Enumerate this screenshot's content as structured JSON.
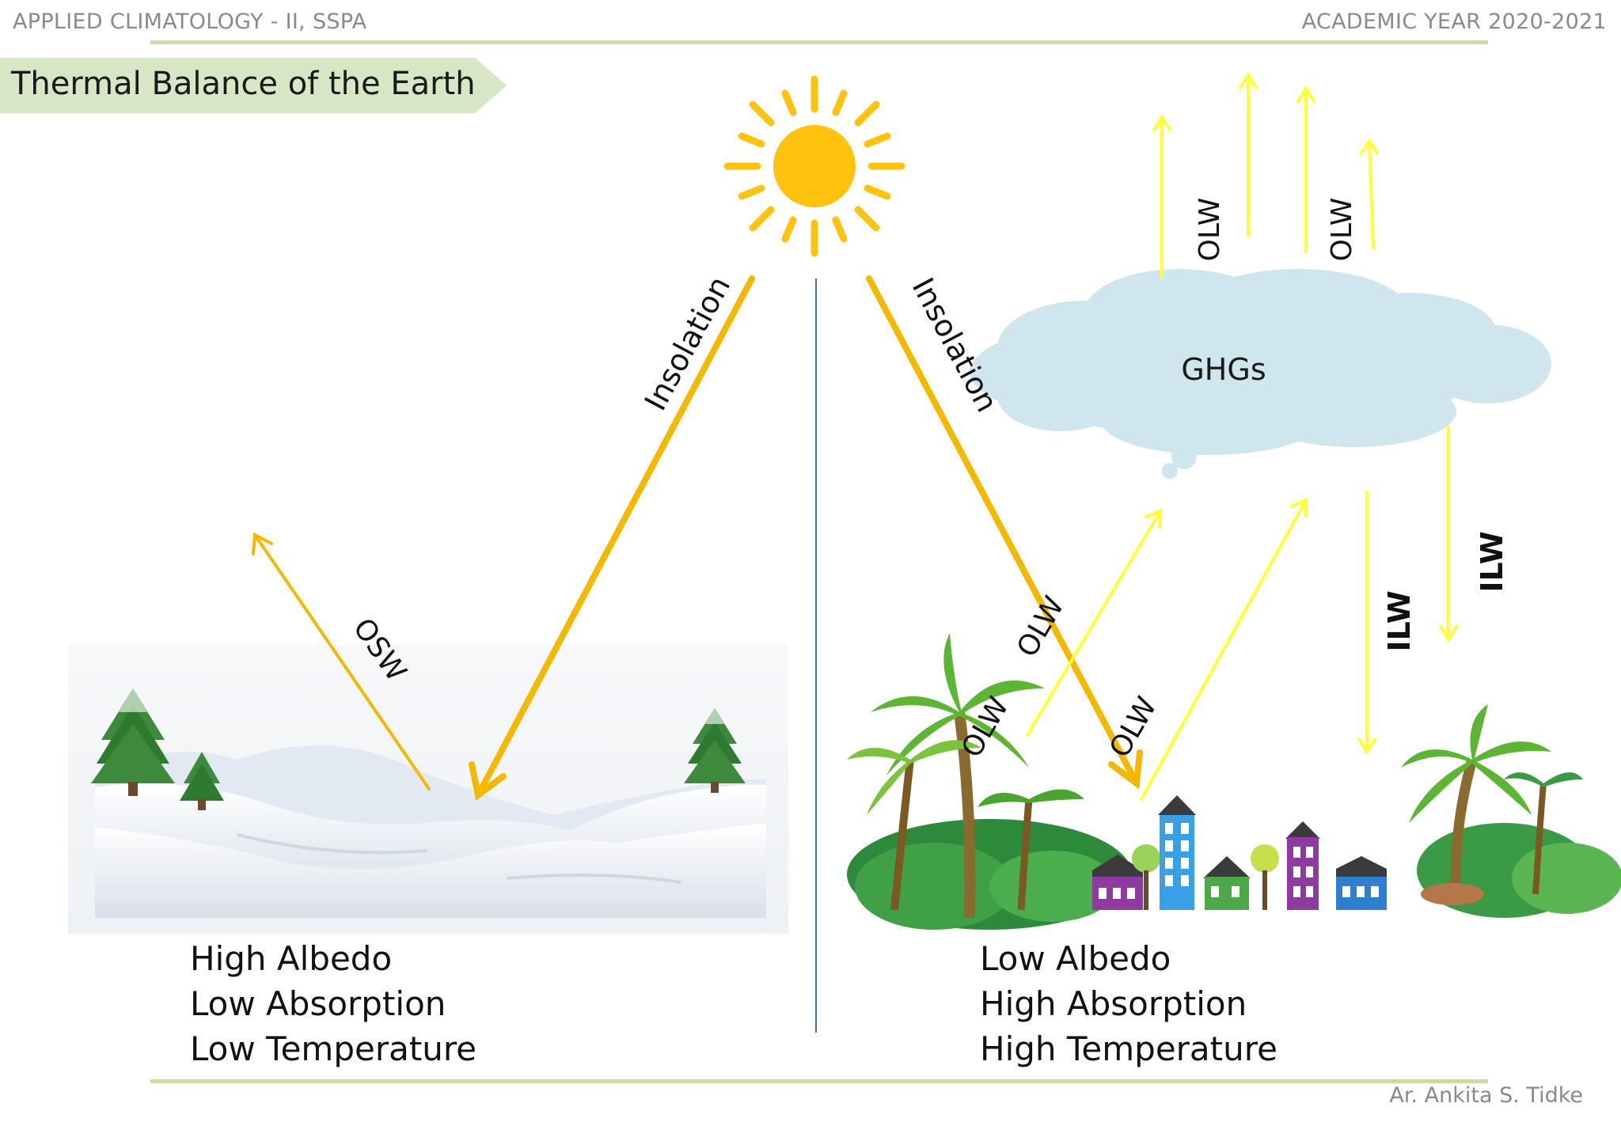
{
  "header": {
    "left": "APPLIED CLIMATOLOGY - II, SSPA",
    "right": "ACADEMIC YEAR 2020-2021"
  },
  "title": "Thermal Balance of the Earth",
  "labels": {
    "insolation_left": "Insolation",
    "insolation_right": "Insolation",
    "osw": "OSW",
    "olw_top_1": "OLW",
    "olw_top_2": "OLW",
    "ghgs": "GHGs",
    "olw_mid_1": "OLW",
    "olw_mid_2": "OLW",
    "olw_mid_3": "OLW",
    "ilw_1": "ILW",
    "ilw_2": "ILW"
  },
  "captions": {
    "left": [
      "High Albedo",
      "Low Absorption",
      "Low Temperature"
    ],
    "right": [
      "Low Albedo",
      "High Absorption",
      "High Temperature"
    ]
  },
  "footer": "Ar. Ankita S. Tidke",
  "colors": {
    "sun": "#FFC20E",
    "insolation_arrow": "#F5B800",
    "longwave_arrow": "#FFFF33",
    "cloud": "#CFE6EE",
    "divider": "#3D6DB5",
    "banner": "#D7E6C4"
  }
}
